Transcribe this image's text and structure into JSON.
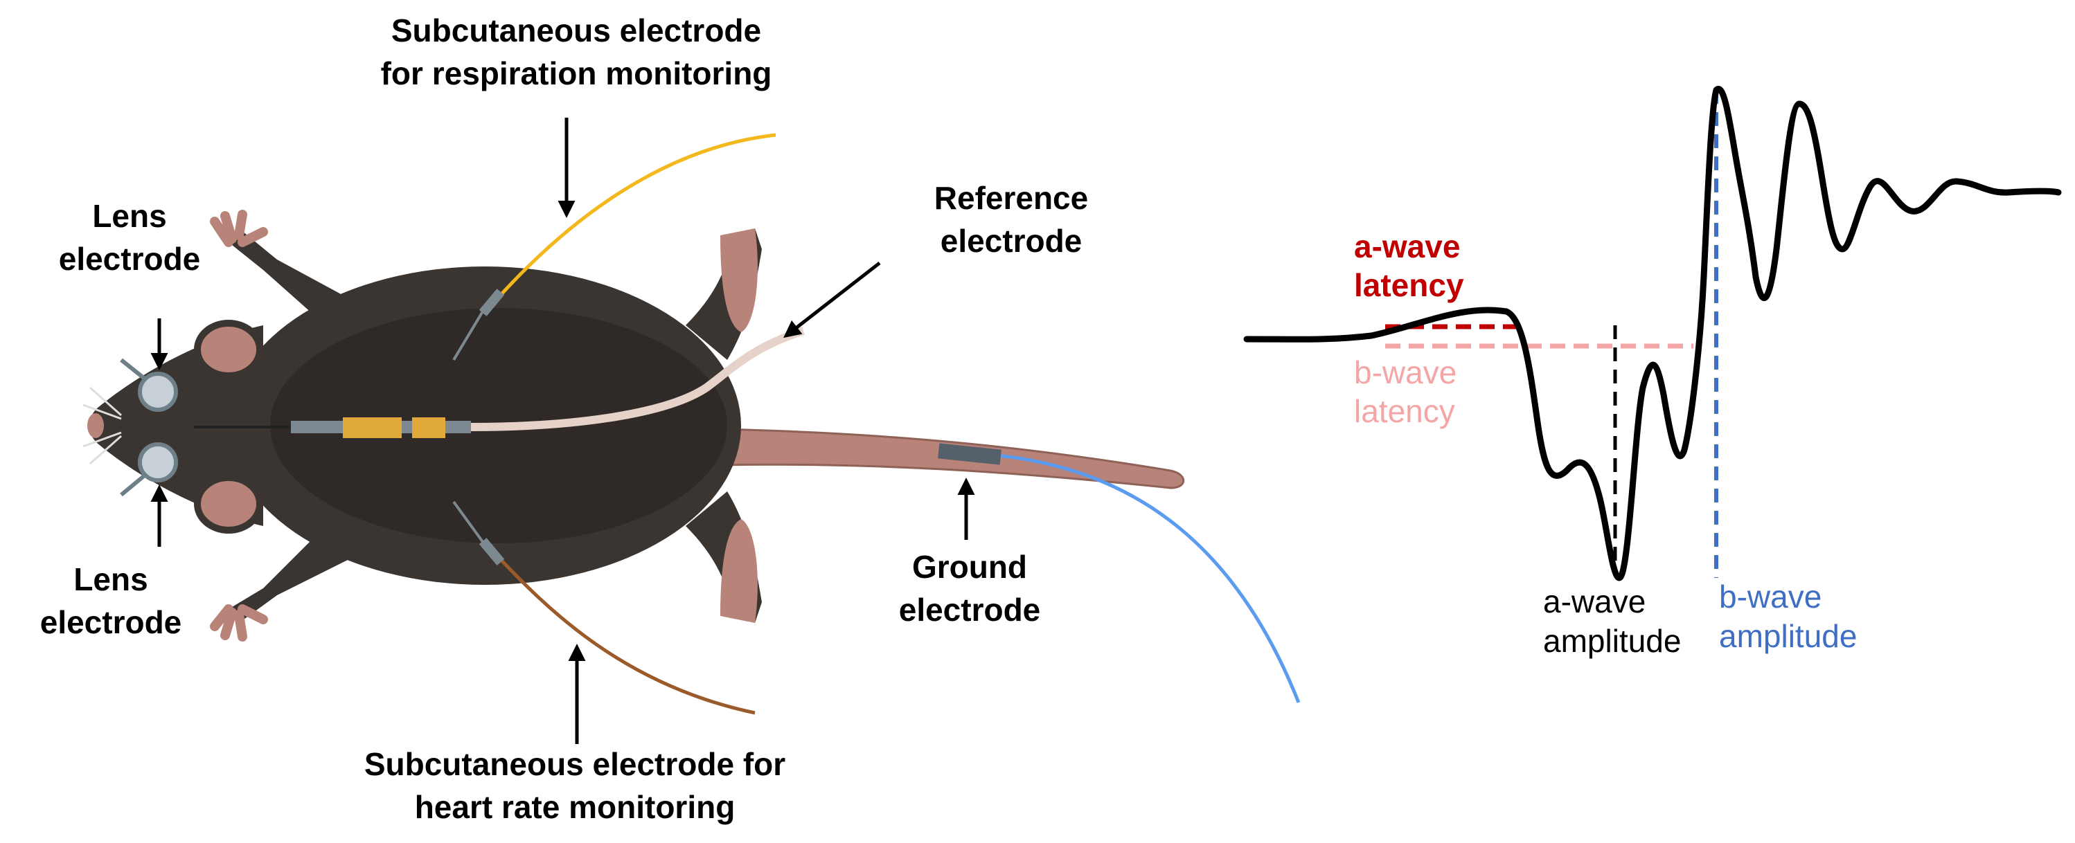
{
  "labels": {
    "lens_top_1": "Lens",
    "lens_top_2": "electrode",
    "lens_bottom_1": "Lens",
    "lens_bottom_2": "electrode",
    "resp_1": "Subcutaneous electrode",
    "resp_2": "for respiration monitoring",
    "ref_1": "Reference",
    "ref_2": "electrode",
    "ground_1": "Ground",
    "ground_2": "electrode",
    "heart_1": "Subcutaneous electrode for",
    "heart_2": "heart rate monitoring"
  },
  "wave": {
    "a_latency_1": "a-wave",
    "a_latency_2": "latency",
    "b_latency_1": "b-wave",
    "b_latency_2": "latency",
    "a_amp_1": "a-wave",
    "a_amp_2": "amplitude",
    "b_amp_1": "b-wave",
    "b_amp_2": "amplitude"
  },
  "colors": {
    "mouse_body": "#3b3531",
    "mouse_belly": "#2f2a27",
    "mouse_pink": "#b88378",
    "resp_wire": "#f2b81c",
    "heart_wire": "#9a5a2a",
    "ground_wire": "#5b9bf0",
    "ref_wire": "#e6d2c8",
    "a_latency": "#c00000",
    "b_latency": "#f4a6a6",
    "b_amplitude": "#3f6fc4",
    "trace": "#000000"
  }
}
